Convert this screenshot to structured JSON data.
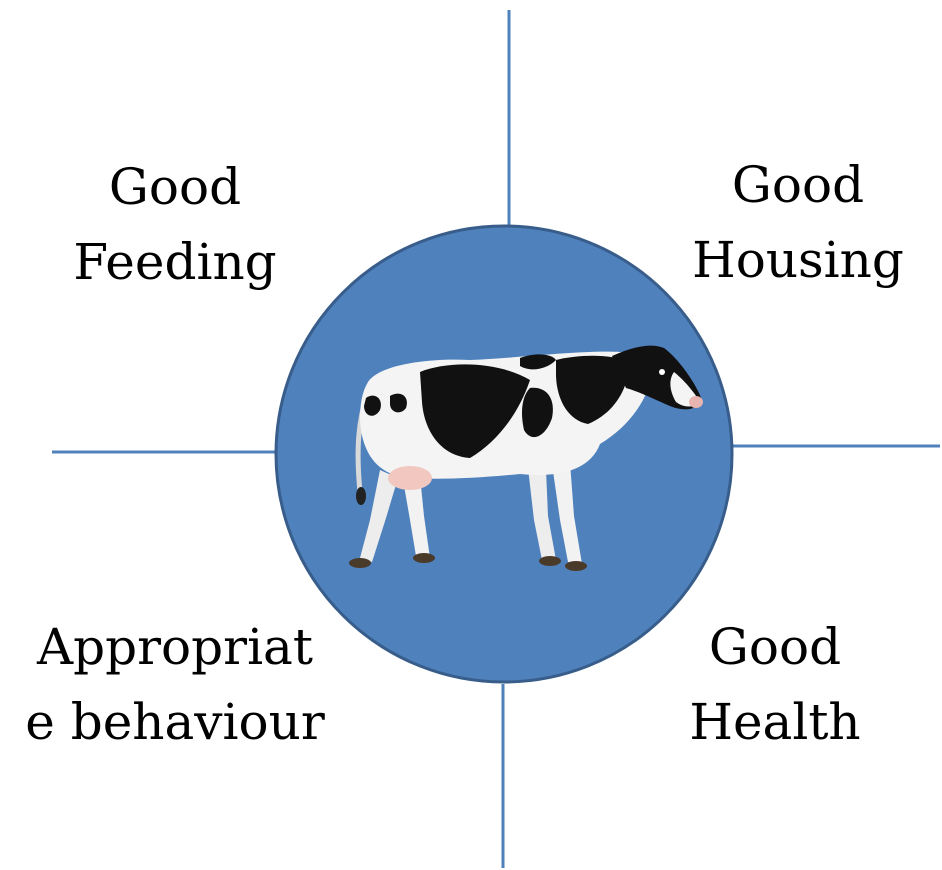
{
  "colors": {
    "axis": "#4f81bd",
    "circle_fill": "#4f81bd",
    "circle_stroke": "#385d8a",
    "text": "#000000"
  },
  "center": {
    "icon": "cow-icon"
  },
  "quadrants": {
    "top_left": {
      "line1": "Good",
      "line2": "Feeding"
    },
    "top_right": {
      "line1": "Good",
      "line2": "Housing"
    },
    "bottom_left": {
      "line1": "Appropriat",
      "line2": "e behaviour"
    },
    "bottom_right": {
      "line1": "Good",
      "line2": "Health"
    }
  }
}
